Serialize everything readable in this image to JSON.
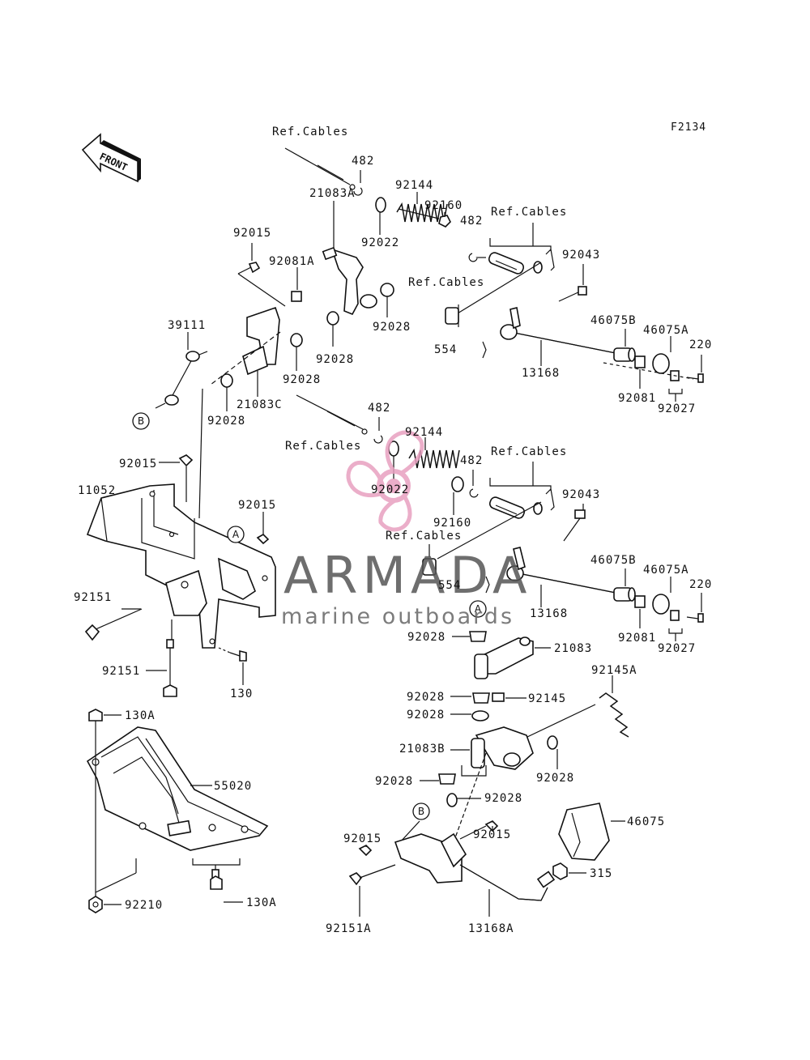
{
  "figure_code": "F2134",
  "front_label": "FRONT",
  "watermark": {
    "brand": "ARMADA",
    "tagline": "marine outboards",
    "accent_color": "#e8a0c0"
  },
  "callout_letters": [
    "A",
    "B"
  ],
  "labels": [
    {
      "id": "l01",
      "text": "Ref.Cables"
    },
    {
      "id": "l02",
      "text": "482"
    },
    {
      "id": "l03",
      "text": "92144"
    },
    {
      "id": "l04",
      "text": "92160"
    },
    {
      "id": "l05",
      "text": "21083A"
    },
    {
      "id": "l06",
      "text": "92022"
    },
    {
      "id": "l07",
      "text": "482"
    },
    {
      "id": "l08",
      "text": "Ref.Cables"
    },
    {
      "id": "l09",
      "text": "92015"
    },
    {
      "id": "l10",
      "text": "92081A"
    },
    {
      "id": "l11",
      "text": "92043"
    },
    {
      "id": "l12",
      "text": "Ref.Cables"
    },
    {
      "id": "l13",
      "text": "92028"
    },
    {
      "id": "l14",
      "text": "39111"
    },
    {
      "id": "l15",
      "text": "46075B"
    },
    {
      "id": "l16",
      "text": "46075A"
    },
    {
      "id": "l17",
      "text": "220"
    },
    {
      "id": "l18",
      "text": "554"
    },
    {
      "id": "l19",
      "text": "92028"
    },
    {
      "id": "l20",
      "text": "13168"
    },
    {
      "id": "l21",
      "text": "92028"
    },
    {
      "id": "l22",
      "text": "92081"
    },
    {
      "id": "l23",
      "text": "92027"
    },
    {
      "id": "l24",
      "text": "21083C"
    },
    {
      "id": "l25",
      "text": "92028"
    },
    {
      "id": "l26",
      "text": "482"
    },
    {
      "id": "l27",
      "text": "92144"
    },
    {
      "id": "l28",
      "text": "Ref.Cables"
    },
    {
      "id": "l29",
      "text": "Ref.Cables"
    },
    {
      "id": "l30",
      "text": "92015"
    },
    {
      "id": "l31",
      "text": "482"
    },
    {
      "id": "l32",
      "text": "11052"
    },
    {
      "id": "l33",
      "text": "92022"
    },
    {
      "id": "l34",
      "text": "92043"
    },
    {
      "id": "l35",
      "text": "92015"
    },
    {
      "id": "l36",
      "text": "92160"
    },
    {
      "id": "l37",
      "text": "Ref.Cables"
    },
    {
      "id": "l38",
      "text": "46075B"
    },
    {
      "id": "l39",
      "text": "46075A"
    },
    {
      "id": "l40",
      "text": "554"
    },
    {
      "id": "l41",
      "text": "220"
    },
    {
      "id": "l42",
      "text": "92151"
    },
    {
      "id": "l43",
      "text": "13168"
    },
    {
      "id": "l44",
      "text": "92028"
    },
    {
      "id": "l45",
      "text": "92081"
    },
    {
      "id": "l46",
      "text": "92027"
    },
    {
      "id": "l47",
      "text": "21083"
    },
    {
      "id": "l48",
      "text": "92151"
    },
    {
      "id": "l49",
      "text": "130"
    },
    {
      "id": "l50",
      "text": "92145A"
    },
    {
      "id": "l51",
      "text": "92028"
    },
    {
      "id": "l52",
      "text": "92145"
    },
    {
      "id": "l53",
      "text": "130A"
    },
    {
      "id": "l54",
      "text": "92028"
    },
    {
      "id": "l55",
      "text": "21083B"
    },
    {
      "id": "l56",
      "text": "55020"
    },
    {
      "id": "l57",
      "text": "92028"
    },
    {
      "id": "l58",
      "text": "92028"
    },
    {
      "id": "l59",
      "text": "92028"
    },
    {
      "id": "l60",
      "text": "46075"
    },
    {
      "id": "l61",
      "text": "92015"
    },
    {
      "id": "l62",
      "text": "92015"
    },
    {
      "id": "l63",
      "text": "315"
    },
    {
      "id": "l64",
      "text": "92210"
    },
    {
      "id": "l65",
      "text": "130A"
    },
    {
      "id": "l66",
      "text": "92151A"
    },
    {
      "id": "l67",
      "text": "13168A"
    }
  ]
}
